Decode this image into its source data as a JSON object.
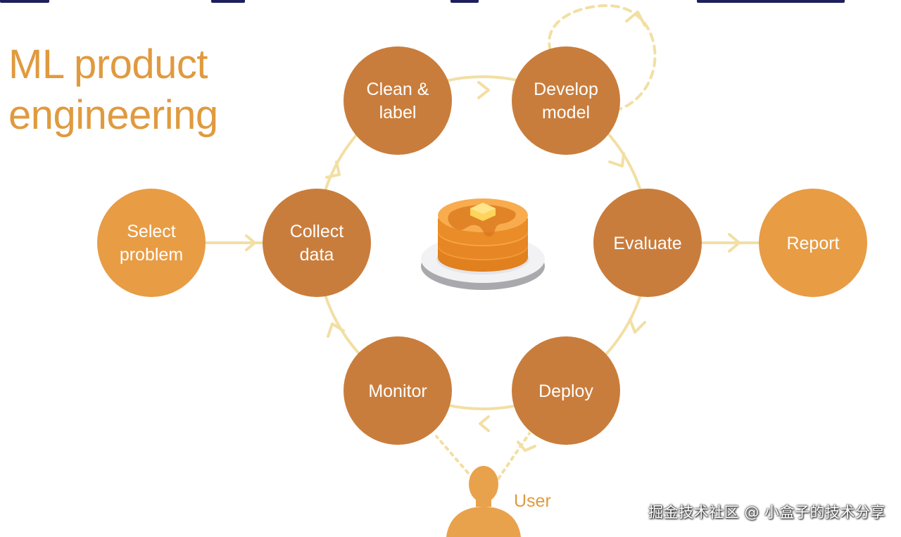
{
  "title": {
    "line1": "ML product",
    "line2": "engineering"
  },
  "nodes": {
    "select_problem": {
      "line1": "Select",
      "line2": "problem"
    },
    "collect_data": {
      "line1": "Collect",
      "line2": "data"
    },
    "clean_label": {
      "line1": "Clean &",
      "line2": "label"
    },
    "develop_model": {
      "line1": "Develop",
      "line2": "model"
    },
    "evaluate": {
      "line1": "Evaluate"
    },
    "report": {
      "line1": "Report"
    },
    "deploy": {
      "line1": "Deploy"
    },
    "monitor": {
      "line1": "Monitor"
    }
  },
  "user_label": "User",
  "watermark": "掘金技术社区 @ 小盒子的技术分享",
  "colors": {
    "title": "#e09a3e",
    "cycle_node": "#c97d3c",
    "outer_node": "#e89c44",
    "arrow": "#f2dfa3",
    "user": "#e9a24c"
  },
  "icons": {
    "center": "pancake-stack-icon",
    "user": "person-silhouette-icon"
  }
}
